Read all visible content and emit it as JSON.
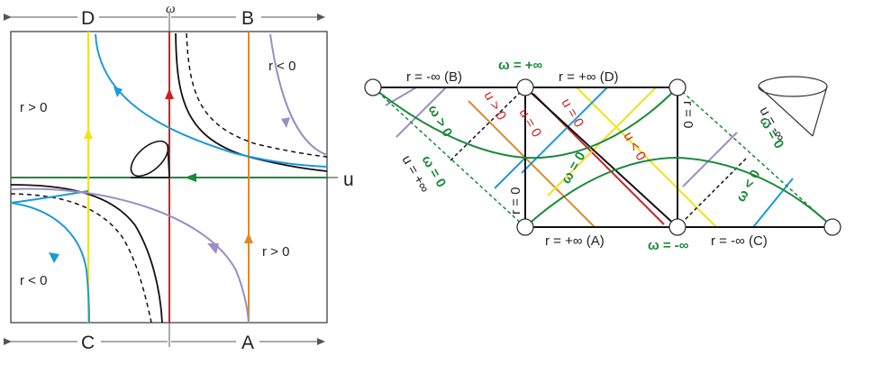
{
  "left_panel": {
    "omega_axis": "ω",
    "u_axis": "u",
    "top_left_label": "D",
    "top_right_label": "B",
    "bottom_left_label": "C",
    "bottom_right_label": "A",
    "region_upper_left": "r > 0",
    "region_upper_right": "r < 0",
    "region_lower_right": "r > 0",
    "region_lower_left": "r < 0"
  },
  "right_panel": {
    "top_left": "r = -∞ (B)",
    "top_mid": "ω = +∞",
    "top_right": "r = +∞ (D)",
    "bottom_left": "r = +∞ (A)",
    "bottom_mid": "ω = -∞",
    "bottom_right": "r = -∞ (C)",
    "r0_left": "r = 0",
    "r0_right": "r = 0",
    "u_pos_inf": "u = +∞",
    "u_neg_inf": "u = -∞",
    "omega_zero_left": "ω = 0",
    "omega_pos": "ω > 0",
    "u_gt0": "u > 0",
    "u_eq0_a": "u = 0",
    "u_eq0_b": "u = 0",
    "u_lt0": "u < 0",
    "omega_zero_mid": "ω = 0",
    "omega_zero_right": "ω = 0",
    "omega_neg": "ω < 0"
  },
  "colors": {
    "green": "#1a8a3a",
    "red": "#cc2222",
    "orange": "#d98a2b",
    "yellow": "#f2e21a",
    "blue": "#1c9ad6",
    "purple": "#9a8ec4",
    "black": "#111111"
  }
}
